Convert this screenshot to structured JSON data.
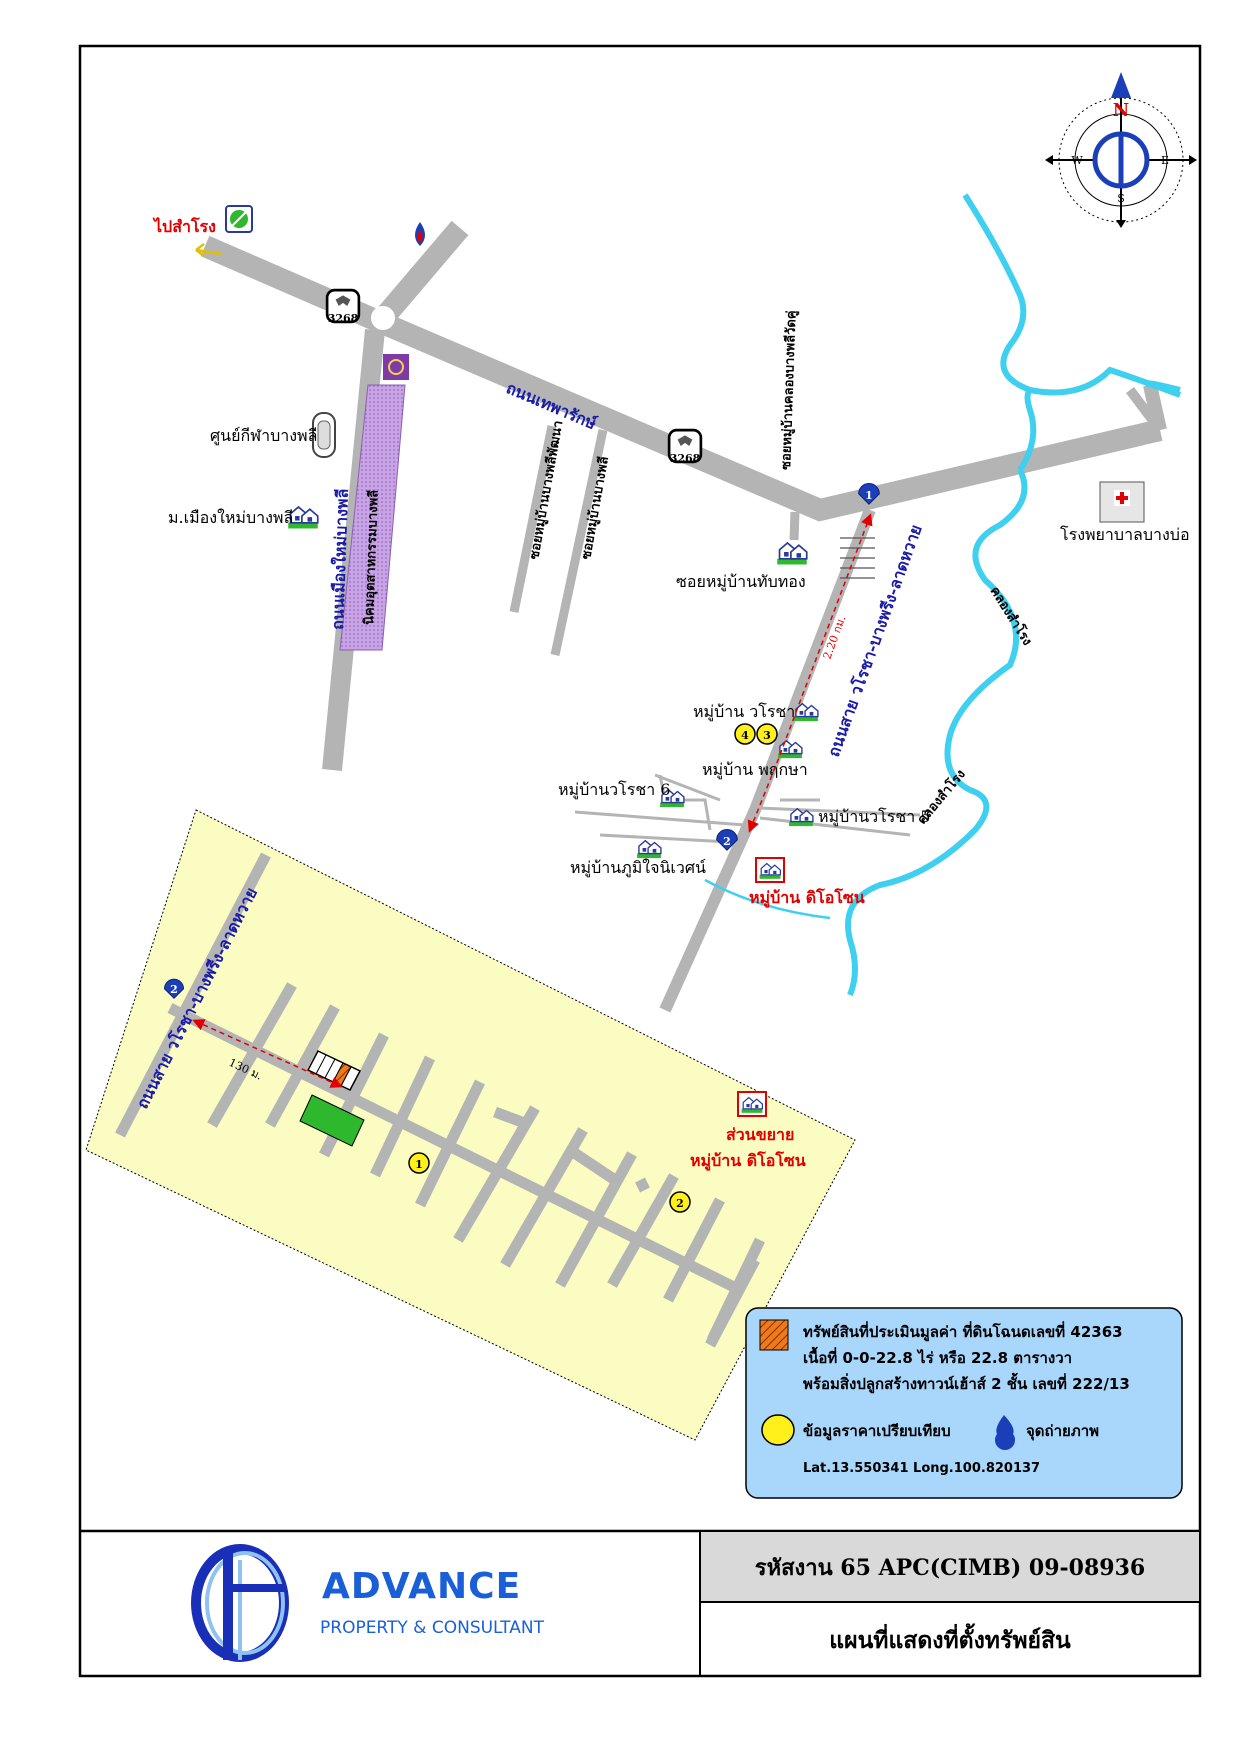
{
  "labels": {
    "to_samrong": "ไปสำโรง",
    "sports_center": "ศูนย์กีฬาบางพลี",
    "muang_mai": "ม.เมืองใหม่บางพลี",
    "soi_thapthong": "ซอยหมู่บ้านทับทอง",
    "hospital": "โรงพยาบาลบางบ่อ",
    "waricha": "หมู่บ้าน วโรชา",
    "pruksa": "หมู่บ้าน พฤกษา",
    "waricha6": "หมู่บ้านวโรชา 6",
    "waricha5": "หมู่บ้านวโรชา 5",
    "phumjai": "หมู่บ้านภูมิใจนิเวศน์",
    "dio_zone": "หมู่บ้าน ดิโอโซน",
    "extension_1": "ส่วนขยาย",
    "extension_2": "หมู่บ้าน ดิโอโซน"
  },
  "roads": {
    "thepharak": "ถนนเทพารักษ์",
    "route_no": "3268",
    "muang_mai_road": "ถนนเมืองใหม่บางพลี",
    "industrial": "นิคมอุตสาหกรรมบางพลี",
    "waricha_road": "ถนนสาย วโรชา-บางพรีง-ลาดหวาย",
    "waricha_road_inset": "ถนนสาย วโรชา-บางพรีง-ลาดหวาย",
    "soi_a": "ซอยหมู่บ้านบางพลีพัฒนา",
    "soi_b": "ซอยหมู่บ้านบางพลี",
    "soi_c": "ซอยหมู่บ้านคลองบางพลีวัดคู่",
    "canal_1": "คลองสำโรง",
    "canal_2": "คลองสำโรง"
  },
  "distances": {
    "main": "2.20 กม.",
    "inset": "130 ม."
  },
  "markers": {
    "photo_1": "1",
    "photo_2": "2",
    "comp_1": "1",
    "comp_2": "2",
    "comp_3": "3",
    "comp_4": "4"
  },
  "compass": {
    "n": "N",
    "s": "S",
    "e": "E",
    "w": "W"
  },
  "legend": {
    "line1": "ทรัพย์สินที่ประเมินมูลค่า ที่ดินโฉนดเลขที่ 42363",
    "line2": "เนื้อที่ 0-0-22.8 ไร่ หรือ 22.8 ตารางวา",
    "line3": "พร้อมสิ่งปลูกสร้างทาวน์เฮ้าส์ 2 ชั้น เลขที่ 222/13",
    "comparable": "ข้อมูลราคาเปรียบเทียบ",
    "photo_point": "จุดถ่ายภาพ",
    "coords": "Lat.13.550341 Long.100.820137"
  },
  "footer": {
    "company": "ADVANCE",
    "company_sub": "PROPERTY & CONSULTANT",
    "job_code": "รหัสงาน   65 APC(CIMB) 09-08936",
    "map_title": "แผนที่แสดงที่ตั้งทรัพย์สิน"
  },
  "colors": {
    "road": "#b4b4b4",
    "canal": "#3fd0f0",
    "legend_bg": "#a9d6fb",
    "inset_bg": "#fbfcc2",
    "industrial": "#c8a3e6",
    "road_text": "#1a1aa8"
  }
}
